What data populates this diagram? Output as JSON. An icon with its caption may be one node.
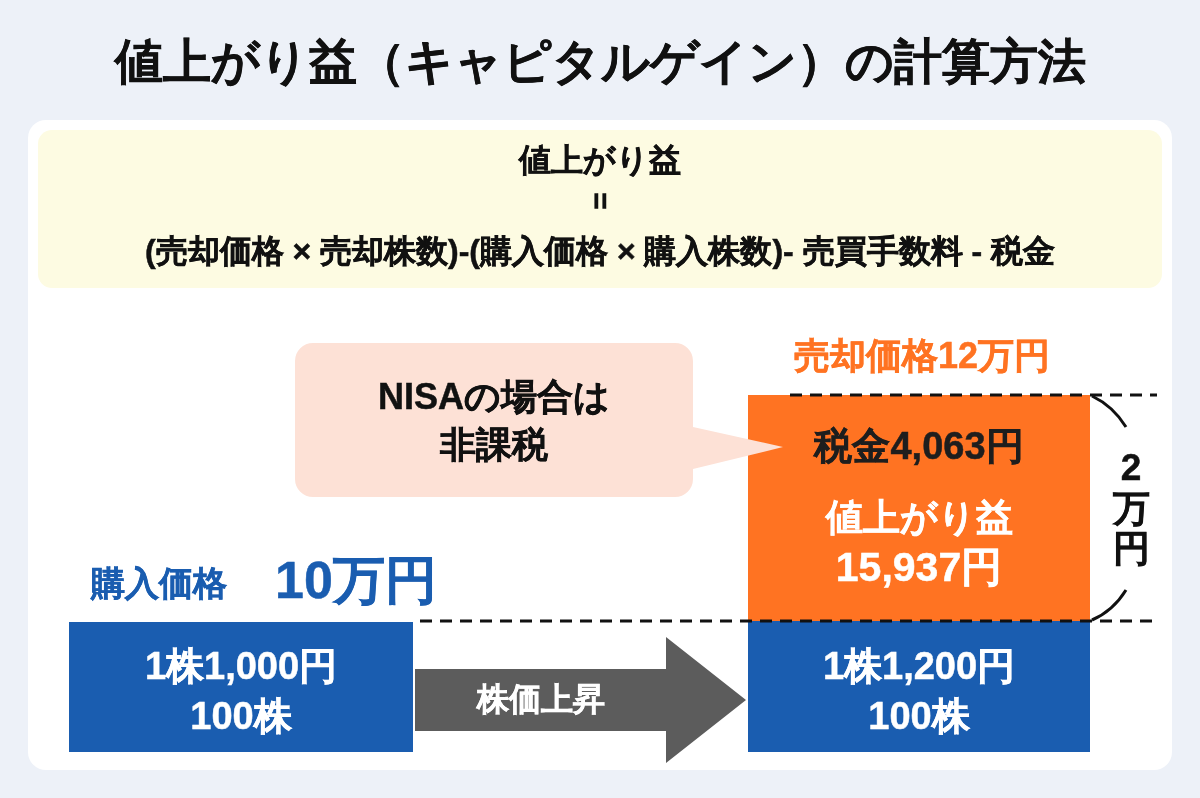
{
  "diagram": {
    "title": "値上がり益（キャピタルゲイン）の計算方法",
    "nodes": [
      {
        "text": [
          "値上がり益",
          "=",
          "(売却価格 × 売却株数)-(購入価格 × 購入株数)- 売買手数料 - 税金"
        ]
      },
      {
        "text": [
          "NISAの場合は非課税"
        ]
      },
      {
        "text": [
          "税金4,063円",
          "値上がり益",
          "15,937円"
        ],
        "beside": [
          "売却価格12万円"
        ]
      },
      {
        "text": [
          "1株1,000円",
          "100株"
        ],
        "beside": [
          "購入価格",
          "10万円"
        ]
      },
      {
        "text": [
          "1株1,200円",
          "100株"
        ]
      }
    ],
    "edges": [
      {
        "from": 3,
        "to": 4,
        "arrow": "to",
        "label": "株価上昇",
        "style": "thick"
      }
    ],
    "labels": [
      "2万円"
    ]
  }
}
